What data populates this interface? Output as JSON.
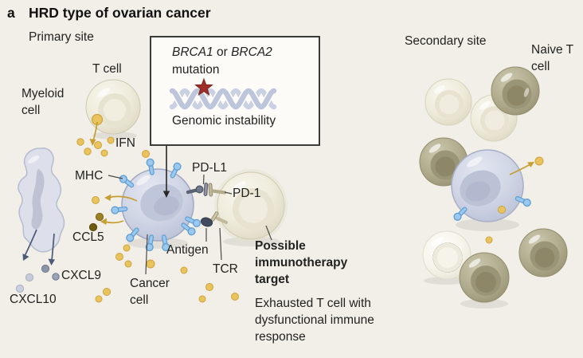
{
  "figure": {
    "panel_letter": "a",
    "title": "HRD type of ovarian cancer",
    "primary_site_label": "Primary site",
    "secondary_site_label": "Secondary site"
  },
  "mutation_box": {
    "gene1": "BRCA1",
    "conjunction": " or ",
    "gene2": "BRCA2",
    "mutation_word": "mutation",
    "caption": "Genomic instability"
  },
  "cell_labels": {
    "t_cell": "T cell",
    "myeloid_cell": "Myeloid cell",
    "cancer_cell": "Cancer cell",
    "naive_t_cell": "Naive T cell"
  },
  "molecule_labels": {
    "ifn": "IFN",
    "mhc": "MHC",
    "ccl5": "CCL5",
    "cxcl9": "CXCL9",
    "cxcl10": "CXCL10",
    "pd_l1": "PD-L1",
    "pd_1": "PD-1",
    "antigen": "Antigen",
    "tcr": "TCR"
  },
  "annotations": {
    "immunotherapy_target": "Possible immunotherapy target",
    "exhausted_t_cell": "Exhausted T cell with dysfunctional immune response"
  },
  "colors": {
    "background": "#f1efe8",
    "box_background": "#fcfbf7",
    "box_border": "#3a3a37",
    "text": "#1d1d1b",
    "mutation_star_red": "#9e2f27",
    "dna_helix_blue": "#c5cde0",
    "receptor_blue": "#9ac8ee",
    "cytokine_yellow": "#e9c45e",
    "ccl5_olive": "#6d5a13",
    "cxcl_blue_gray": "#8b94a8",
    "cancer_cell_lavender": "#ccd2e3",
    "t_cell_cream": "#ece9d9",
    "naive_cell_olive": "#aba689",
    "pd_l1_slate": "#5b6274",
    "tcr_tan": "#c2ba9a",
    "antigen_navy": "#434b5e",
    "arrow_tan": "#c59f33",
    "arrow_navy": "#4d5a78"
  }
}
